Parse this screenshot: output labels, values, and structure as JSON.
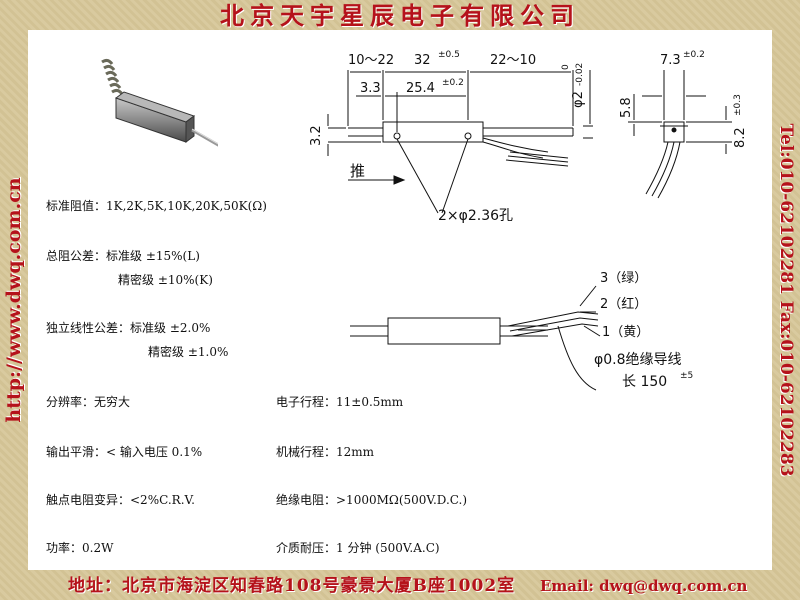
{
  "header": {
    "company": "北京天宇星辰电子有限公司"
  },
  "side": {
    "website": "http://www.dwq.com.cn",
    "phones": "Tel:010-62102281    Fax:010-62102283"
  },
  "footer": {
    "address": "地址：北京市海淀区知春路108号豪景大厦B座1002室",
    "email": "Email: dwq@dwq.com.cn"
  },
  "specs": {
    "resistance": "标准阻值：1K,2K,5K,10K,20K,50K(Ω)",
    "total_tol_1": "总阻公差：标准级 ±15%(L)",
    "total_tol_2": "精密级 ±10%(K)",
    "linearity_1": "独立线性公差：标准级  ±2.0%",
    "linearity_2": "精密级  ±1.0%",
    "resolution": "分辨率：无穷大",
    "smoothness": "输出平滑：< 输入电压 0.1%",
    "contact_var": "触点电阻变异：<2%C.R.V.",
    "power": "功率：0.2W",
    "e_travel": "电子行程：11±0.5mm",
    "m_travel": "机械行程：12mm",
    "insulation": "绝缘电阻：>1000MΩ(500V.D.C.)",
    "dielectric": "介质耐压：1 分钟 (500V.A.C)"
  },
  "drawing": {
    "dim_10_22": "10～22",
    "dim_32": "32",
    "dim_32_tol": "±0.5",
    "dim_22_10": "22～10",
    "dim_3_3": "3.3",
    "dim_25_4": "25.4",
    "dim_25_4_tol": "±0.2",
    "dim_phi2": "φ2",
    "dim_phi2_tol": "-0.02",
    "dim_phi2_tol0": "0",
    "dim_3_2": "3.2",
    "push": "推",
    "holes": "2×φ2.36孔",
    "dim_7_3": "7.3",
    "dim_7_3_tol": "±0.2",
    "dim_5_8": "5.8",
    "dim_8_2": "8.2",
    "dim_8_2_tol": "±0.3",
    "wire3": "3（绿）",
    "wire2": "2（红）",
    "wire1": "1（黄）",
    "wire_spec": "φ0.8绝缘导线",
    "wire_len": "长 150",
    "wire_len_tol": "±5"
  },
  "colors": {
    "accent": "#b5121b",
    "paper": "#ffffff",
    "frame": "#d8c9a0"
  }
}
